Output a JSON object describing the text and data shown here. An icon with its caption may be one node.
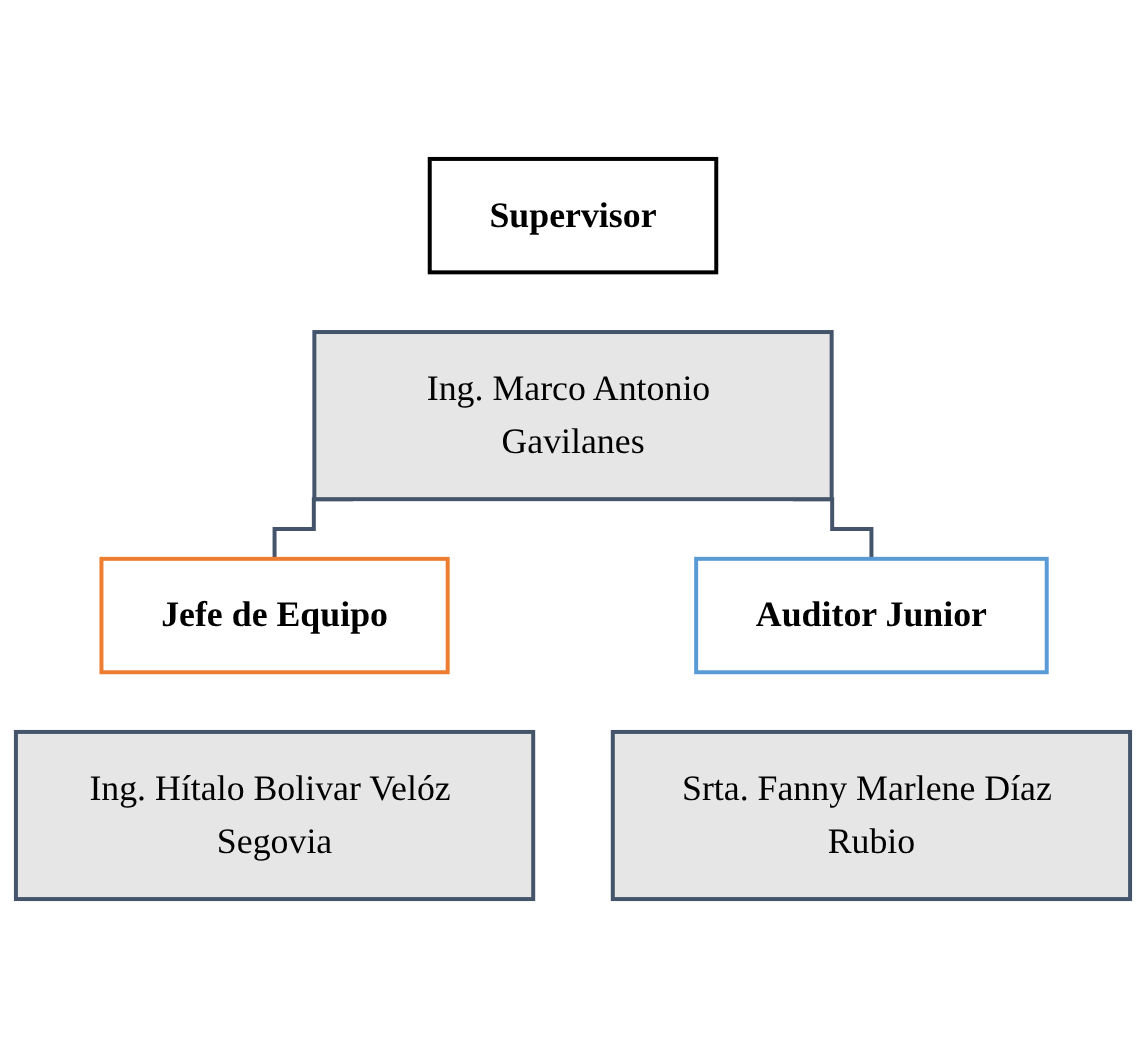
{
  "diagram": {
    "nodes": [
      {
        "text": [
          "Supervisor"
        ]
      },
      {
        "text": [
          "Ing. Marco Antonio Gavilanes"
        ]
      },
      {
        "text": [
          "Jefe de Equipo"
        ]
      },
      {
        "text": [
          "Ing. Hítalo Bolivar Velóz Segovia"
        ]
      },
      {
        "text": [
          "Auditor Junior"
        ]
      },
      {
        "text": [
          "Srta. Fanny Marlene Díaz Rubio"
        ]
      }
    ],
    "edges": [
      {
        "from": 1,
        "to": 2,
        "arrow": "none"
      },
      {
        "from": 1,
        "to": 4,
        "arrow": "none"
      }
    ]
  }
}
